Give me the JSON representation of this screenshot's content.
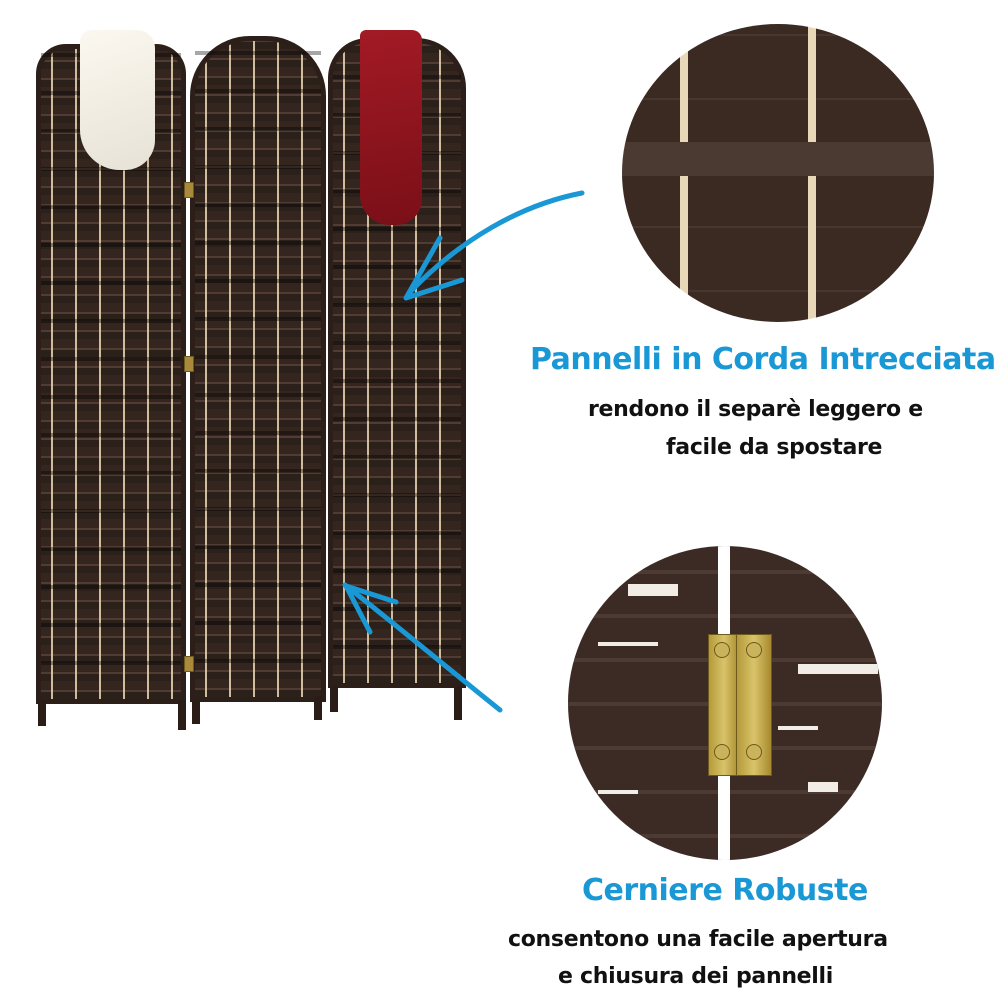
{
  "features": [
    {
      "title": "Pannelli in Corda Intrecciata",
      "description_line1": "rendono il separè leggero e",
      "description_line2": "facile da spostare",
      "detail_image": "woven-rope-closeup"
    },
    {
      "title": "Cerniere Robuste",
      "description_line1": "consentono una facile apertura",
      "description_line2": "e chiusura dei pannelli",
      "detail_image": "brass-hinge-closeup"
    }
  ],
  "product": {
    "name": "3-panel woven room divider",
    "panel_count": 3
  },
  "colors": {
    "accent_blue": "#1a98d5",
    "text_dark": "#111111",
    "wood_brown": "#3a2a22",
    "cloth_red": "#8f1520",
    "cloth_white": "#f3efe4",
    "hinge_brass": "#c9b35c"
  }
}
